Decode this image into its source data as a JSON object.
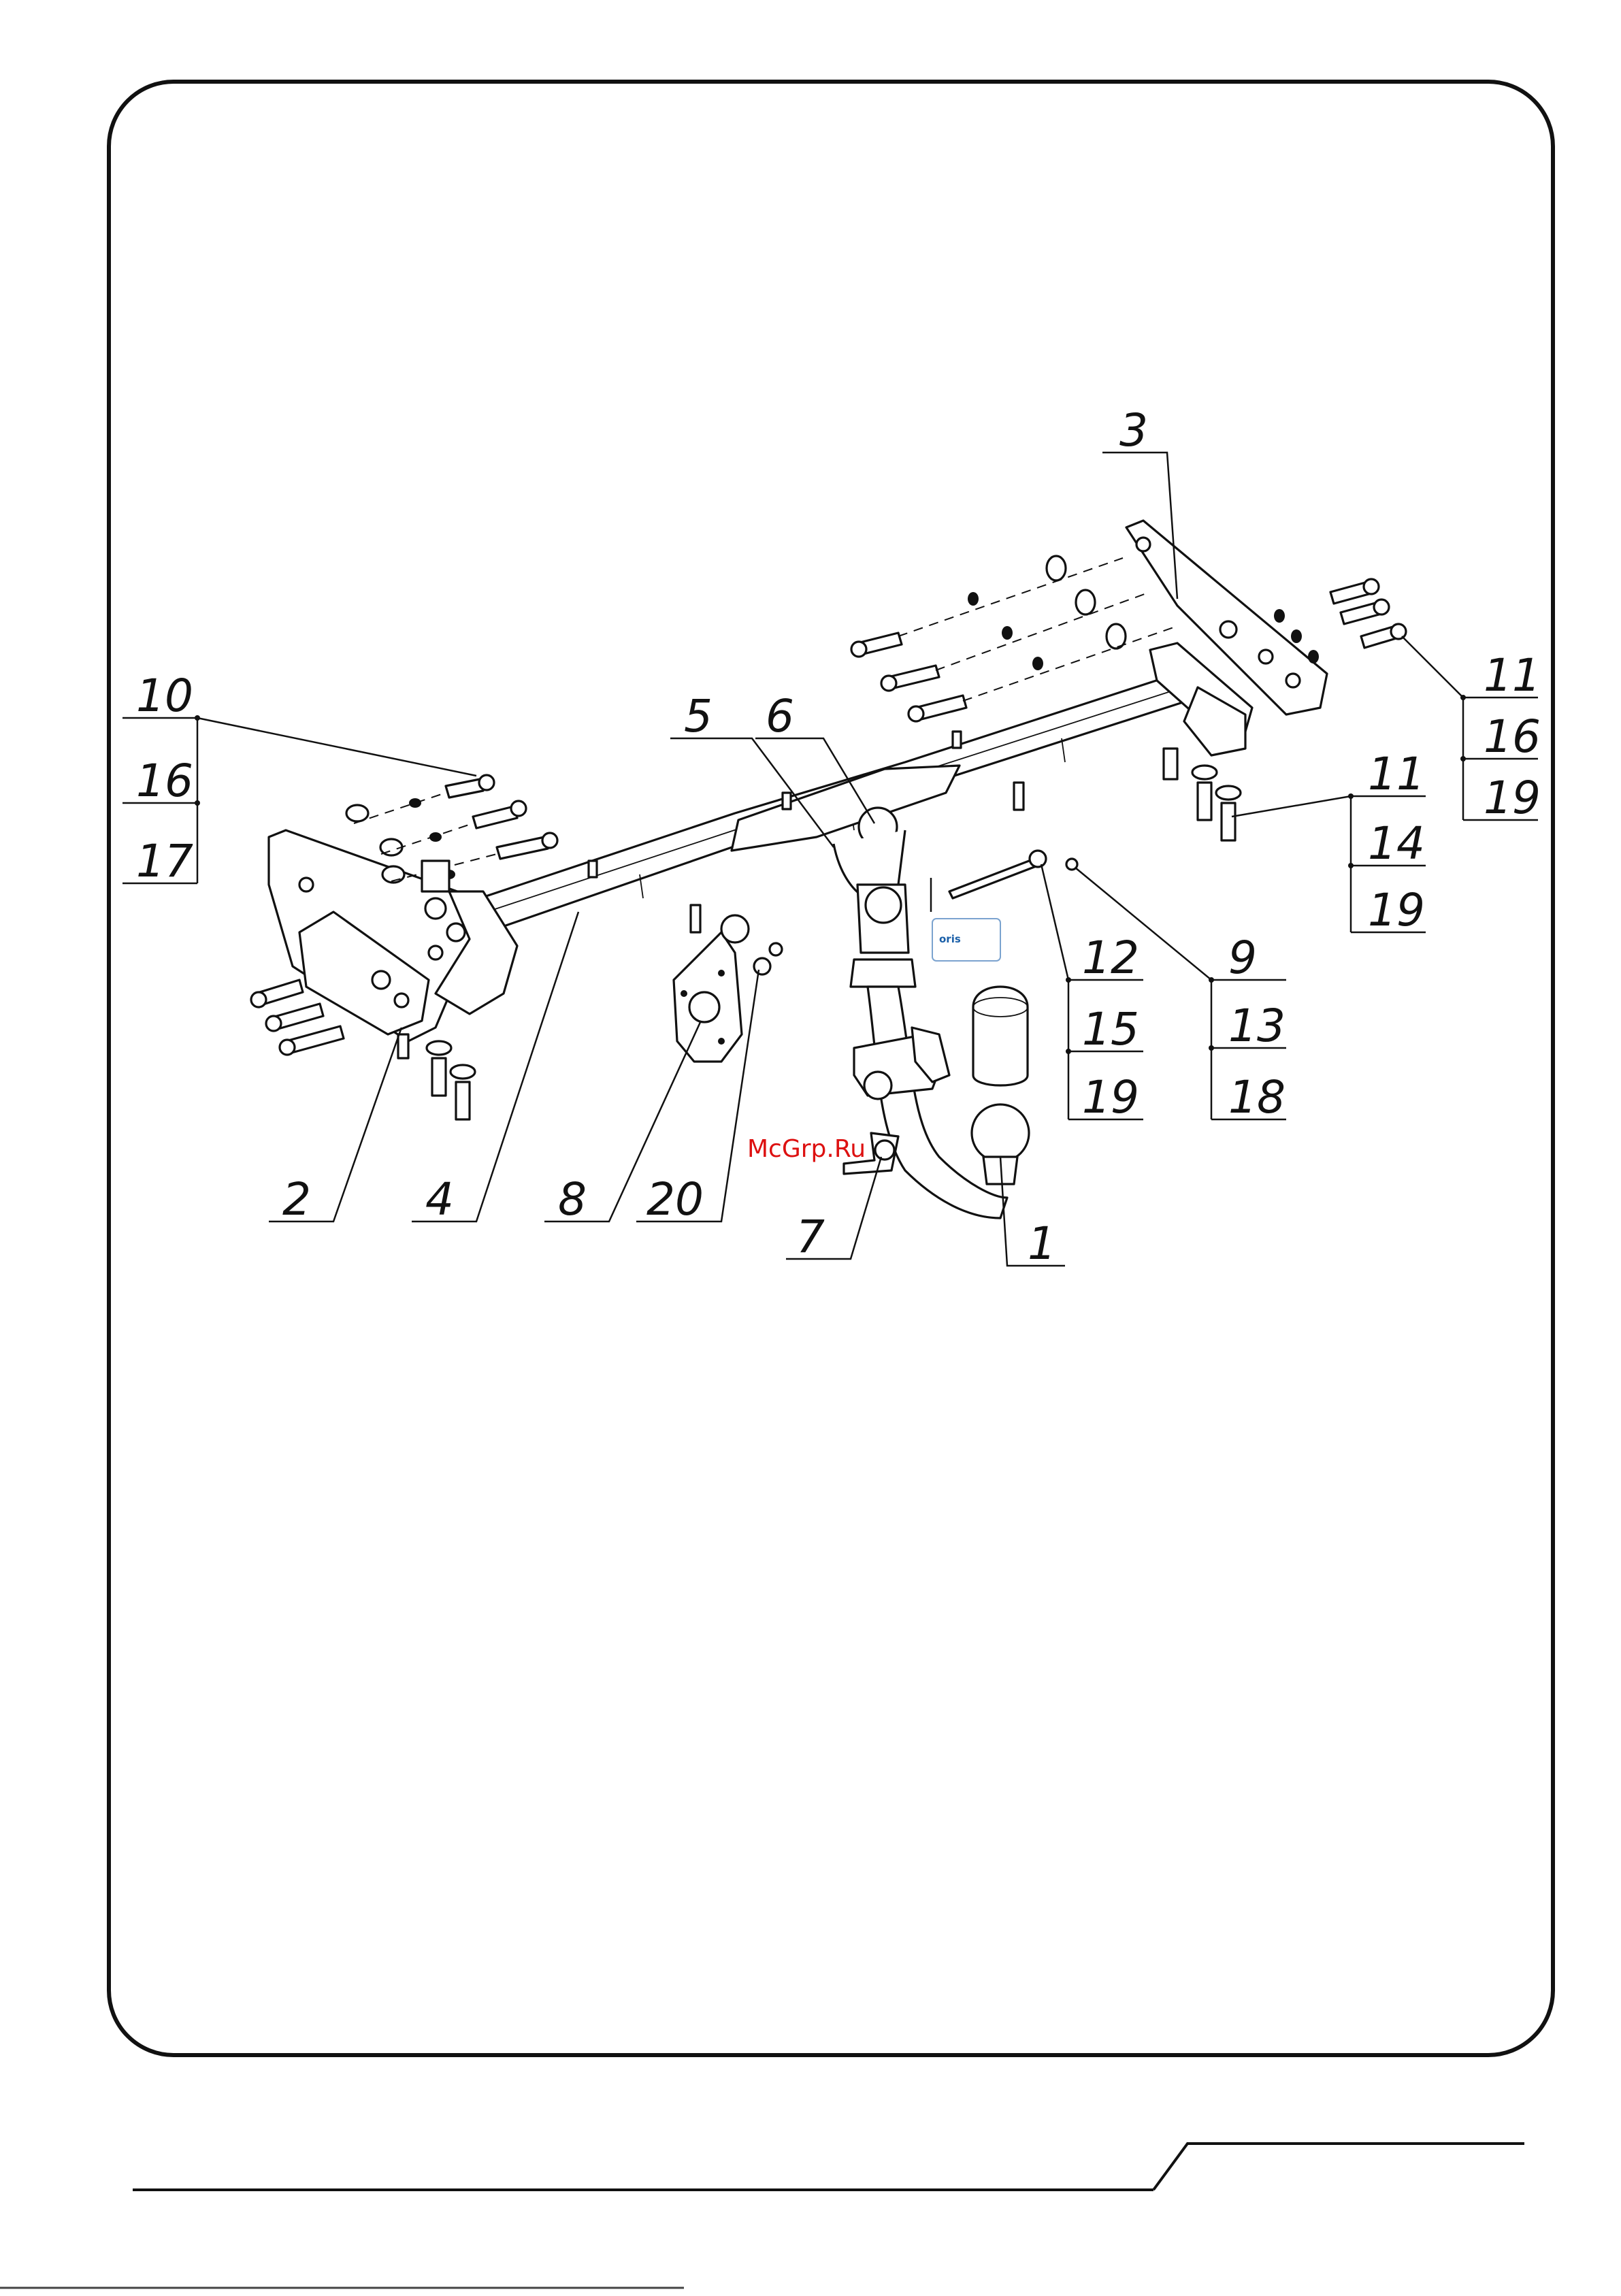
{
  "callouts": {
    "c1": "1",
    "c2": "2",
    "c3": "3",
    "c4": "4",
    "c5": "5",
    "c6": "6",
    "c7": "7",
    "c8": "8",
    "c9": "9",
    "c20": "20",
    "g10": [
      "10",
      "16",
      "17"
    ],
    "g11a": [
      "11",
      "16",
      "19"
    ],
    "g11b": [
      "11",
      "14",
      "19"
    ],
    "g12": [
      "12",
      "15",
      "19"
    ],
    "g13": [
      "9",
      "13",
      "18"
    ]
  },
  "watermark": "McGrp.Ru",
  "logo": "oris"
}
